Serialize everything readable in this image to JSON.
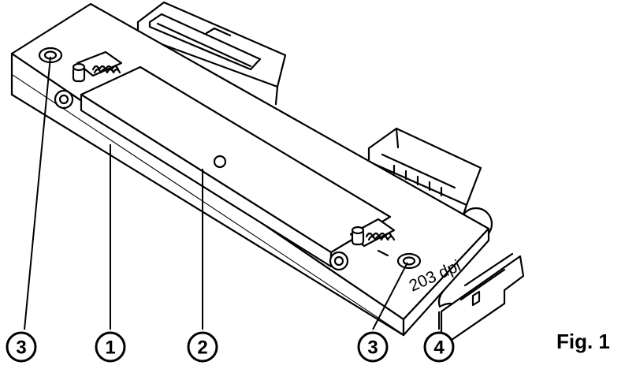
{
  "figure": {
    "label": "Fig. 1",
    "engraving": "203 dpi",
    "callouts": [
      "3",
      "1",
      "2",
      "3",
      "4"
    ]
  },
  "colors": {
    "line": "#000000",
    "face": "#ffffff",
    "shade": "#f2f2f2"
  }
}
